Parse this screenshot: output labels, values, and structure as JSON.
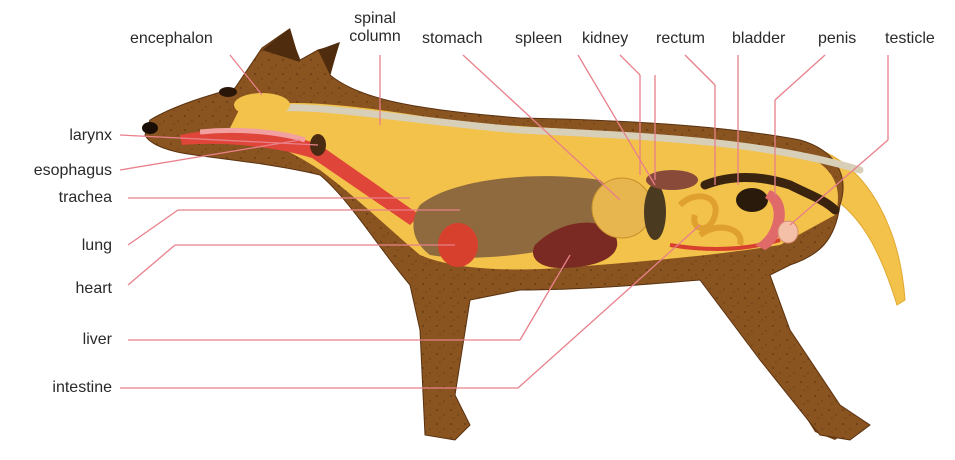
{
  "labels": {
    "encephalon": "encephalon",
    "spinal_column_line1": "spinal",
    "spinal_column_line2": "column",
    "stomach": "stomach",
    "spleen": "spleen",
    "kidney": "kidney",
    "rectum": "rectum",
    "bladder": "bladder",
    "penis": "penis",
    "testicle": "testicle",
    "larynx": "larynx",
    "esophagus": "esophagus",
    "trachea": "trachea",
    "lung": "lung",
    "heart": "heart",
    "liver": "liver",
    "intestine": "intestine"
  },
  "colors": {
    "fur": "#8a5420",
    "fur_dark": "#5e3510",
    "body_cavity": "#f3c24a",
    "trachea": "#e0453a",
    "lung": "#8f6a3e",
    "heart": "#d8402e",
    "liver": "#7a2a22",
    "stomach": "#e7b64e",
    "spine": "#d8cfb8",
    "leader_line": "#e8808a"
  }
}
